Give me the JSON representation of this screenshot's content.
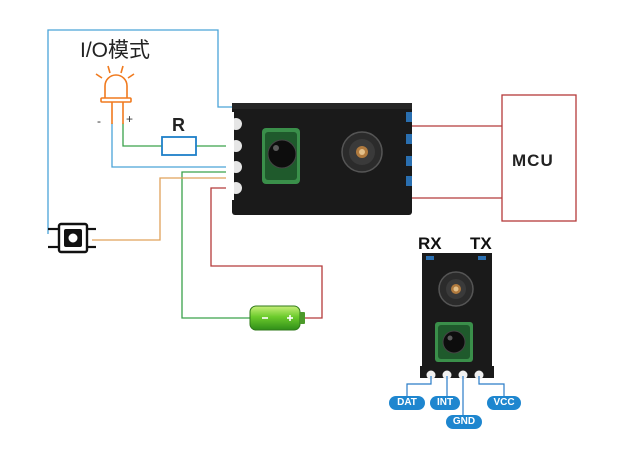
{
  "labels": {
    "io_mode": "I/O模式",
    "resistor": "R",
    "mcu": "MCU",
    "rx": "RX",
    "tx": "TX",
    "led_minus": "-",
    "led_plus": "+"
  },
  "pins": {
    "dat": "DAT",
    "int": "INT",
    "gnd": "GND",
    "vcc": "VCC"
  },
  "colors": {
    "wire_blue": "#4aa3d8",
    "wire_green": "#3aa24a",
    "wire_orange": "#e0a25a",
    "wire_red": "#b53a3a",
    "led_orange": "#f07a1e",
    "pin_badge": "#1e86cf",
    "board": "#1a1a1a"
  },
  "icons": [
    "led-icon",
    "resistor-icon",
    "push-button-icon",
    "battery-icon",
    "sensor-module-icon",
    "mcu-box"
  ]
}
